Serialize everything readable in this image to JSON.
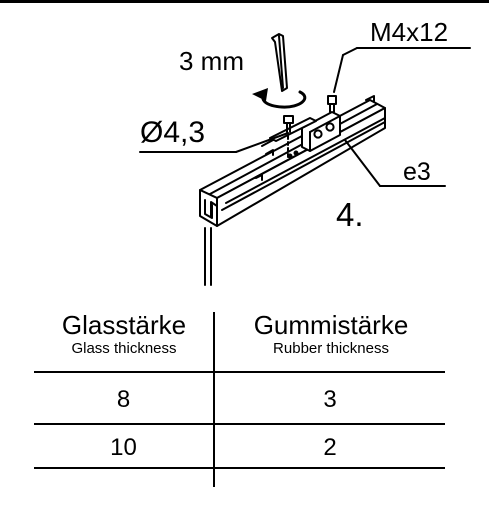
{
  "labels": {
    "screw": "M4x12",
    "key": "3 mm",
    "hole": "Ø4,3",
    "gasket": "e3",
    "step": "4."
  },
  "table": {
    "headers": [
      {
        "main": "Glasstärke",
        "sub": "Glass thickness"
      },
      {
        "main": "Gummistärke",
        "sub": "Rubber thickness"
      }
    ],
    "rows": [
      {
        "glass": "8",
        "rubber": "3"
      },
      {
        "glass": "10",
        "rubber": "2"
      }
    ]
  }
}
